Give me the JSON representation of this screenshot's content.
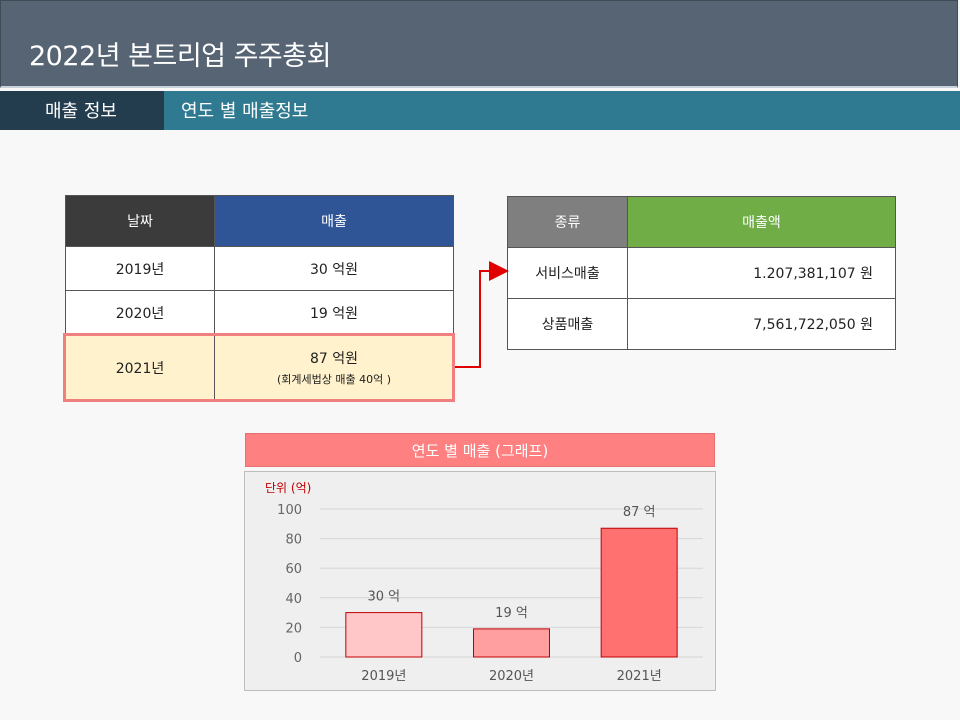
{
  "header": {
    "title": "2022년 본트리업 주주총회"
  },
  "subheader": {
    "section": "매출 정보",
    "subsection": "연도 별 매출정보"
  },
  "revenue_table": {
    "headers": [
      "날짜",
      "매출"
    ],
    "rows": [
      {
        "year": "2019년",
        "revenue": "30 억원",
        "note": ""
      },
      {
        "year": "2020년",
        "revenue": "19 억원",
        "note": ""
      },
      {
        "year": "2021년",
        "revenue": "87 억원",
        "note": "(회계세법상 매출 40억 )"
      }
    ]
  },
  "breakdown_table": {
    "headers": [
      "종류",
      "매출액"
    ],
    "rows": [
      {
        "type": "서비스매출",
        "amount": "1.207,381,107  원"
      },
      {
        "type": "상품매출",
        "amount": "7,561,722,050  원"
      }
    ]
  },
  "chart_title": "연도 별 매출 (그래프)",
  "chart_data": {
    "type": "bar",
    "categories": [
      "2019년",
      "2020년",
      "2021년"
    ],
    "values": [
      30,
      19,
      87
    ],
    "value_labels": [
      "30 억",
      "19 억",
      "87 억"
    ],
    "unit_label": "단위 (억)",
    "yticks": [
      "0",
      "20",
      "40",
      "60",
      "80",
      "100"
    ],
    "ylim": [
      0,
      100
    ],
    "grid": true,
    "colors": [
      "#ffc7c7",
      "#ff9f9f",
      "#ff7070"
    ],
    "bar_border": "#c00000"
  }
}
